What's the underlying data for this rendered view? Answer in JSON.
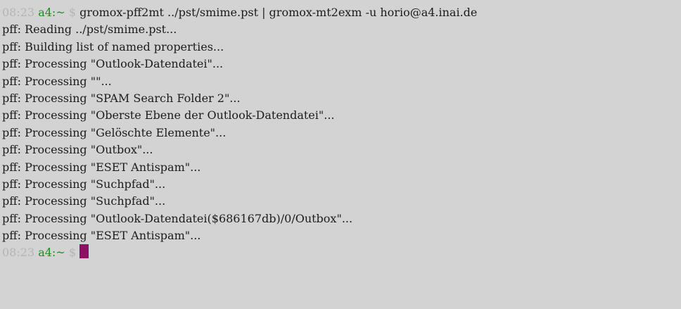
{
  "prompt": {
    "time": "08:23",
    "host": "a4:~",
    "symbol": "$"
  },
  "command": "gromox-pff2mt ../pst/smime.pst | gromox-mt2exm -u horio@a4.inai.de",
  "output": [
    "pff: Reading ../pst/smime.pst...",
    "pff: Building list of named properties...",
    "pff: Processing \"Outlook-Datendatei\"...",
    "pff: Processing \"\"...",
    "pff: Processing \"SPAM Search Folder 2\"...",
    "pff: Processing \"Oberste Ebene der Outlook-Datendatei\"...",
    "pff: Processing \"Gelöschte Elemente\"...",
    "pff: Processing \"Outbox\"...",
    "pff: Processing \"ESET Antispam\"...",
    "pff: Processing \"Suchpfad\"...",
    "pff: Processing \"Suchpfad\"...",
    "pff: Processing \"Outlook-Datendatei($686167db)/0/Outbox\"...",
    "pff: Processing \"ESET Antispam\"..."
  ],
  "colors": {
    "background": "#d3d3d3",
    "text": "#1c1c1c",
    "time": "#b5b5b5",
    "host": "#1d8c1d",
    "cursor": "#8e1063"
  }
}
